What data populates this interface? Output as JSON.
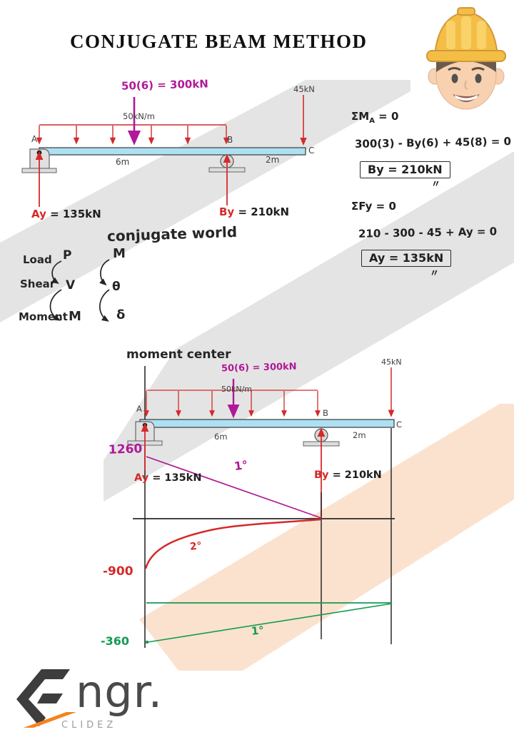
{
  "title": "CONJUGATE BEAM METHOD",
  "beam1": {
    "resultant_label": "50(6) = 300kN",
    "distributed_load": "50kN/m",
    "point_load": "45kN",
    "node_a": "A",
    "node_b": "B",
    "node_c": "C",
    "span_ab": "6m",
    "span_bc": "2m",
    "reaction_a_sym": "Ay",
    "reaction_a_val": " = 135kN",
    "reaction_b_sym": "By",
    "reaction_b_val": " = 210kN"
  },
  "conjugate": {
    "heading": "conjugate world",
    "rows": [
      {
        "real": "Load",
        "real_sym": "P",
        "conj_sym": "M"
      },
      {
        "real": "Shear",
        "real_sym": "V",
        "conj_sym": "θ"
      },
      {
        "real": "Moment",
        "real_sym": "M",
        "conj_sym": "δ"
      }
    ]
  },
  "equations": {
    "moment_sum_lead": "ΣM",
    "moment_sum_sub": "A",
    "moment_sum_tail": " = 0",
    "moment_eq": "300(3) - By(6) + 45(8) = 0",
    "by_result": "By = 210kN",
    "force_sum": "ΣFy = 0",
    "force_eq": "210 - 300 - 45 + Ay = 0",
    "ay_result": "Ay = 135kN",
    "tick": "〃"
  },
  "diagram2": {
    "heading": "moment center",
    "resultant_label": "50(6) = 300kN",
    "distributed_load": "50kN/m",
    "point_load": "45kN",
    "node_a": "A",
    "node_b": "B",
    "node_c": "C",
    "span_ab": "6m",
    "span_bc": "2m",
    "reaction_a_sym": "Ay",
    "reaction_a_val": " = 135kN",
    "reaction_b_sym": "By",
    "reaction_b_val": " = 210kN",
    "moment_at_a": "1260",
    "moment_order": "1°",
    "curve_order": "2°",
    "value_neg900": "-900",
    "value_neg360": "-360",
    "green_order": "1°"
  },
  "logo": {
    "brand": "ngr.",
    "sub": "CLIDEZ"
  },
  "colors": {
    "magenta": "#b01898",
    "red": "#d42a2a",
    "green": "#149a55",
    "beam_fill": "#ade0f3",
    "watermark_gray": "#e4e4e4",
    "watermark_orange": "#fbe2cf",
    "logo_orange": "#f5821f"
  }
}
